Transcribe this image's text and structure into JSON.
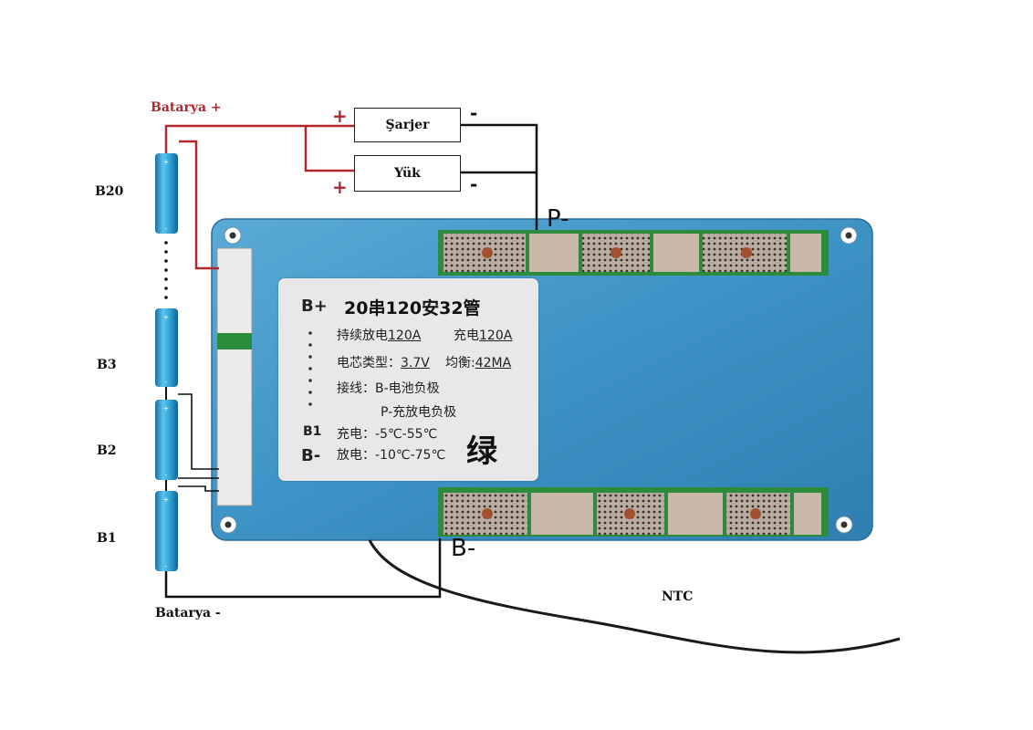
{
  "battery": {
    "positive_label": "Batarya +",
    "negative_label": "Batarya -",
    "cells": [
      "B20",
      "B3",
      "B2",
      "B1"
    ]
  },
  "loads": {
    "charger_label": "Şarjer",
    "load_label": "Yük",
    "plus_sign": "+",
    "minus_sign": "-"
  },
  "terminals": {
    "p_minus": "P-",
    "b_minus": "B-",
    "ntc": "NTC"
  },
  "sticker": {
    "title": "20串120安32管",
    "continuous_discharge_label": "持续放电",
    "continuous_discharge_value": "120A",
    "charge_label": "充电",
    "charge_value": "120A",
    "cell_type_label": "电芯类型：",
    "cell_type_value": "3.7V",
    "balance_label": "均衡:",
    "balance_value": "42MA",
    "wiring_line1": "接线：B-电池负极",
    "wiring_line2": "P-充放电负极",
    "charge_temp": "充电：-5℃-55℃",
    "discharge_temp": "放电：-10℃-75℃",
    "color_char": "绿",
    "side_b_plus": "B+",
    "side_b1": "B1",
    "side_b_minus": "B-"
  },
  "colors": {
    "positive_wire": "#b0282e",
    "negative_wire": "#111111",
    "cell_blue": "#2fa3d6",
    "board_blue": "#3d93c4"
  }
}
